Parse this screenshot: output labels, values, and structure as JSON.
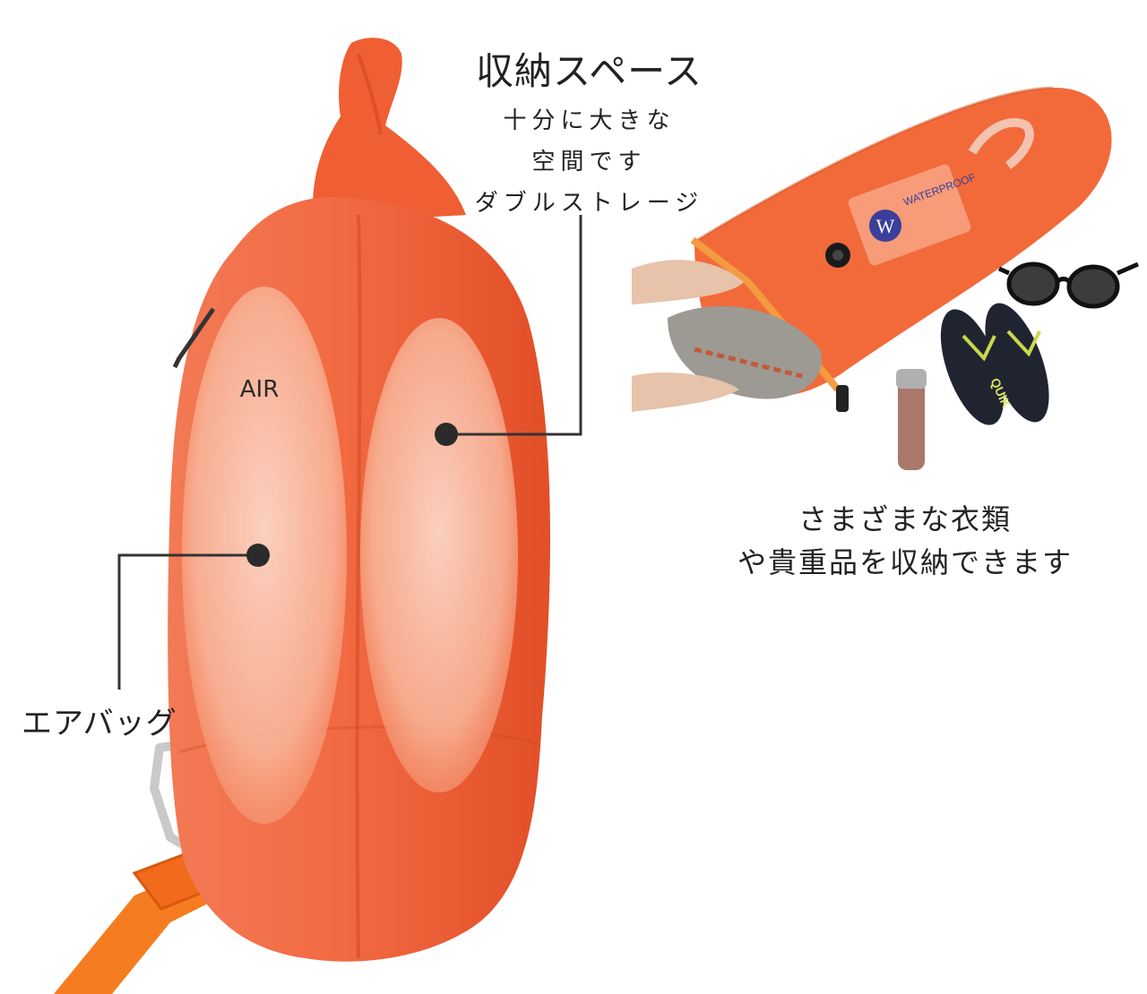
{
  "storage": {
    "title": "収納スペース",
    "lines": [
      "十分に大きな",
      "空間です",
      "ダブルストレージ"
    ]
  },
  "air_chamber": {
    "label": "AIR"
  },
  "airbag": {
    "label": "エアバッグ"
  },
  "photo": {
    "brand_badge": "W",
    "brand_text": "WATERPROOF",
    "sandal_print": "QUIK"
  },
  "caption": {
    "lines": [
      "さまざまな衣類",
      "や貴重品を収納できます"
    ]
  },
  "colors": {
    "buoy_orange": "#ee5a30",
    "buoy_light": "#f7a080",
    "strap_orange": "#f57c20",
    "callout_line": "#333333"
  }
}
